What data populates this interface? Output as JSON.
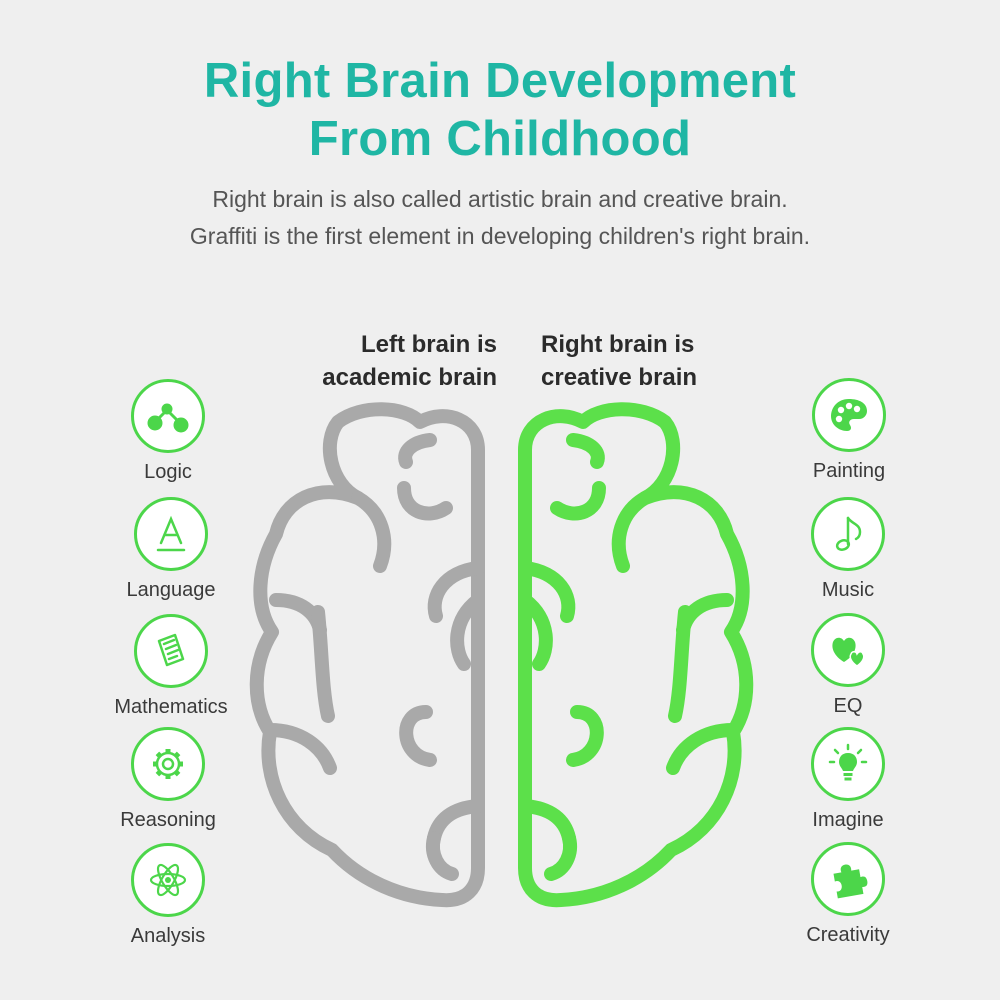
{
  "title": {
    "line1": "Right Brain Development",
    "line2": "From Childhood"
  },
  "subtitle": {
    "line1": "Right brain is also called artistic brain and creative brain.",
    "line2": "Graffiti is the first element in developing children's right brain."
  },
  "left_brain": {
    "heading_line1": "Left brain is",
    "heading_line2": "academic brain",
    "color": "#a9a9a9",
    "features": [
      {
        "label": "Logic",
        "icon": "molecule-icon"
      },
      {
        "label": "Language",
        "icon": "letter-a-icon"
      },
      {
        "label": "Mathematics",
        "icon": "document-icon"
      },
      {
        "label": "Reasoning",
        "icon": "gear-icon"
      },
      {
        "label": "Analysis",
        "icon": "atom-icon"
      }
    ]
  },
  "right_brain": {
    "heading_line1": "Right brain is",
    "heading_line2": "creative brain",
    "color": "#5ce04a",
    "features": [
      {
        "label": "Painting",
        "icon": "palette-icon"
      },
      {
        "label": "Music",
        "icon": "music-note-icon"
      },
      {
        "label": "EQ",
        "icon": "hearts-icon"
      },
      {
        "label": "Imagine",
        "icon": "lightbulb-icon"
      },
      {
        "label": "Creativity",
        "icon": "puzzle-piece-icon"
      }
    ]
  },
  "colors": {
    "title": "#1fb6a4",
    "icon_green": "#4cd64a",
    "background": "#efefef"
  }
}
